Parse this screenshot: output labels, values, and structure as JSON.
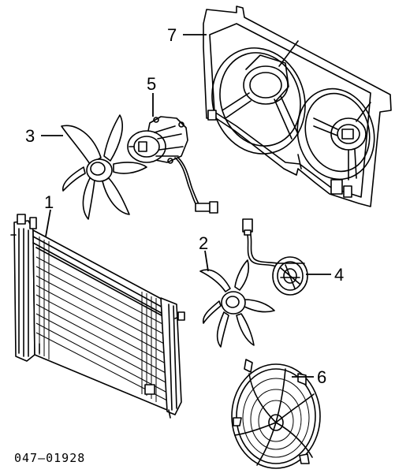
{
  "diagram_code": "047–01928",
  "callouts": {
    "radiator": "1",
    "fan_blade_small": "2",
    "fan_blade_large": "3",
    "motor_small": "4",
    "motor_large": "5",
    "fan_guard": "6",
    "shroud": "7"
  }
}
